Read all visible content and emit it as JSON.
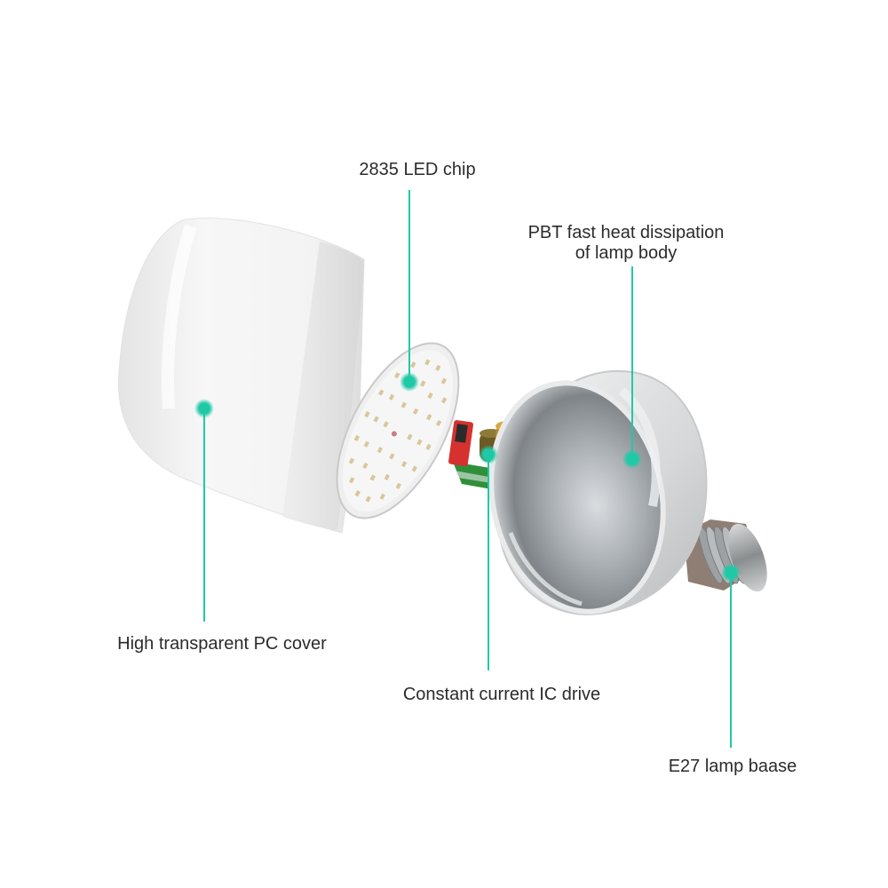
{
  "callouts": {
    "led_chip": "2835 LED chip",
    "lamp_body_line1": "PBT fast heat dissipation",
    "lamp_body_line2": "of lamp body",
    "pc_cover": "High transparent PC cover",
    "ic_drive": "Constant current IC drive",
    "lamp_base": "E27 lamp baase"
  },
  "colors": {
    "accent": "#20c9a6",
    "background": "#ffffff",
    "label_text": "#2b2b2b"
  }
}
